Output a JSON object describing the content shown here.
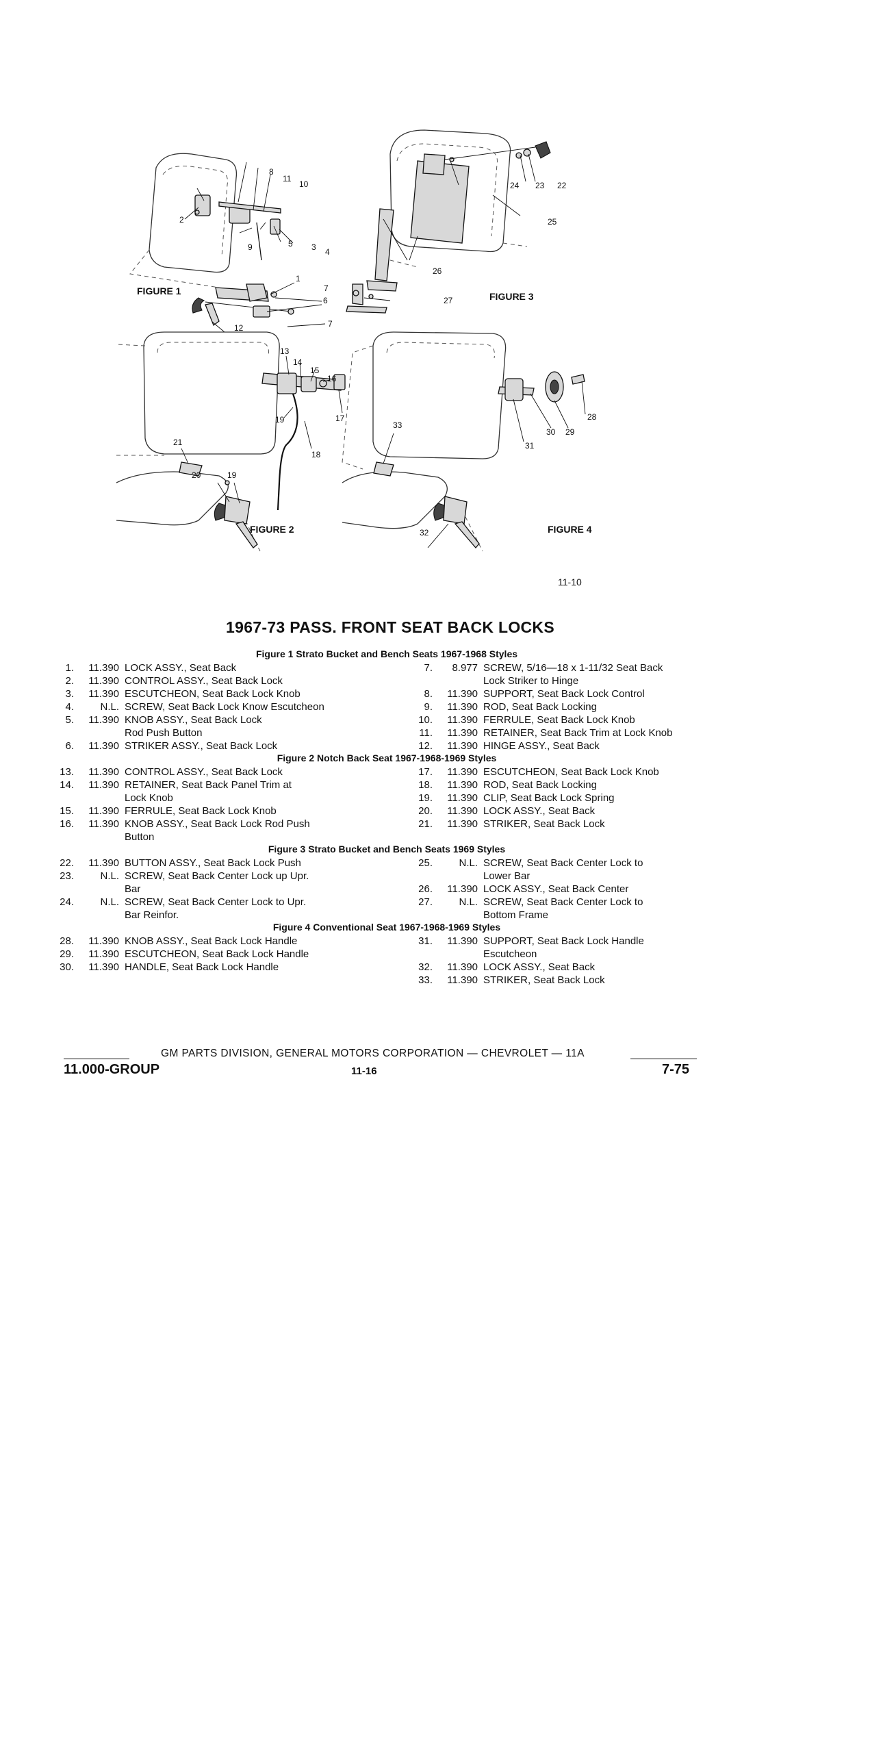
{
  "figures": {
    "figure1_label": "FIGURE 1",
    "figure2_label": "FIGURE 2",
    "figure3_label": "FIGURE 3",
    "figure4_label": "FIGURE 4",
    "callouts": [
      "1",
      "2",
      "3",
      "4",
      "5",
      "6",
      "7",
      "8",
      "9",
      "10",
      "11",
      "12",
      "13",
      "14",
      "15",
      "16",
      "17",
      "18",
      "19",
      "20",
      "21",
      "22",
      "23",
      "24",
      "25",
      "26",
      "27",
      "28",
      "29",
      "30",
      "31",
      "32",
      "33"
    ]
  },
  "illustration_number": "11-10",
  "title": "1967-73 PASS. FRONT SEAT BACK LOCKS",
  "sections": [
    {
      "heading": "Figure 1   Strato Bucket and Bench Seats 1967-1968 Styles",
      "left": [
        {
          "num": "1.",
          "part": "11.390",
          "lines": [
            "LOCK ASSY., Seat Back"
          ]
        },
        {
          "num": "2.",
          "part": "11.390",
          "lines": [
            "CONTROL ASSY., Seat Back Lock"
          ]
        },
        {
          "num": "3.",
          "part": "11.390",
          "lines": [
            "ESCUTCHEON, Seat Back Lock Knob"
          ]
        },
        {
          "num": "4.",
          "part": "N.L.",
          "lines": [
            "SCREW, Seat Back Lock Know Escutcheon"
          ]
        },
        {
          "num": "5.",
          "part": "11.390",
          "lines": [
            "KNOB ASSY., Seat Back Lock",
            "Rod Push Button"
          ]
        },
        {
          "num": "6.",
          "part": "11.390",
          "lines": [
            "STRIKER ASSY., Seat Back Lock"
          ]
        }
      ],
      "right": [
        {
          "num": "7.",
          "part": "8.977",
          "lines": [
            "SCREW, 5/16—18 x 1-11/32 Seat Back",
            "Lock Striker to Hinge"
          ]
        },
        {
          "num": "8.",
          "part": "11.390",
          "lines": [
            "SUPPORT, Seat Back Lock Control"
          ]
        },
        {
          "num": "9.",
          "part": "11.390",
          "lines": [
            "ROD, Seat Back Locking"
          ]
        },
        {
          "num": "10.",
          "part": "11.390",
          "lines": [
            "FERRULE, Seat Back Lock Knob"
          ]
        },
        {
          "num": "11.",
          "part": "11.390",
          "lines": [
            "RETAINER, Seat Back Trim at Lock Knob"
          ]
        },
        {
          "num": "12.",
          "part": "11.390",
          "lines": [
            "HINGE ASSY., Seat Back"
          ]
        }
      ]
    },
    {
      "heading": "Figure 2   Notch Back Seat 1967-1968-1969 Styles",
      "left": [
        {
          "num": "13.",
          "part": "11.390",
          "lines": [
            "CONTROL ASSY., Seat Back Lock"
          ]
        },
        {
          "num": "14.",
          "part": "11.390",
          "lines": [
            "RETAINER, Seat Back Panel Trim at",
            "Lock Knob"
          ]
        },
        {
          "num": "15.",
          "part": "11.390",
          "lines": [
            "FERRULE, Seat Back Lock Knob"
          ]
        },
        {
          "num": "16.",
          "part": "11.390",
          "lines": [
            "KNOB ASSY., Seat Back Lock Rod Push",
            "Button"
          ]
        }
      ],
      "right": [
        {
          "num": "17.",
          "part": "11.390",
          "lines": [
            "ESCUTCHEON, Seat Back Lock Knob"
          ]
        },
        {
          "num": "18.",
          "part": "11.390",
          "lines": [
            "ROD, Seat Back Locking"
          ]
        },
        {
          "num": "19.",
          "part": "11.390",
          "lines": [
            "CLIP, Seat Back Lock Spring"
          ]
        },
        {
          "num": "20.",
          "part": "11.390",
          "lines": [
            "LOCK ASSY., Seat Back"
          ]
        },
        {
          "num": "21.",
          "part": "11.390",
          "lines": [
            "STRIKER, Seat Back Lock"
          ]
        }
      ]
    },
    {
      "heading": "Figure 3   Strato Bucket and Bench Seats 1969 Styles",
      "left": [
        {
          "num": "22.",
          "part": "11.390",
          "lines": [
            "BUTTON ASSY., Seat Back Lock Push"
          ]
        },
        {
          "num": "23.",
          "part": "N.L.",
          "lines": [
            "SCREW, Seat Back Center Lock up Upr.",
            "Bar"
          ]
        },
        {
          "num": "24.",
          "part": "N.L.",
          "lines": [
            "SCREW, Seat Back Center Lock to Upr.",
            "Bar Reinfor."
          ]
        }
      ],
      "right": [
        {
          "num": "25.",
          "part": "N.L.",
          "lines": [
            "SCREW, Seat Back Center Lock to",
            "Lower Bar"
          ]
        },
        {
          "num": "26.",
          "part": "11.390",
          "lines": [
            "LOCK ASSY., Seat Back Center"
          ]
        },
        {
          "num": "27.",
          "part": "N.L.",
          "lines": [
            "SCREW, Seat Back Center Lock to",
            "Bottom Frame"
          ]
        }
      ]
    },
    {
      "heading": "Figure 4   Conventional Seat 1967-1968-1969 Styles",
      "left": [
        {
          "num": "28.",
          "part": "11.390",
          "lines": [
            "KNOB ASSY., Seat Back Lock Handle"
          ]
        },
        {
          "num": "29.",
          "part": "11.390",
          "lines": [
            "ESCUTCHEON, Seat Back Lock Handle"
          ]
        },
        {
          "num": "30.",
          "part": "11.390",
          "lines": [
            "HANDLE, Seat Back Lock Handle"
          ]
        }
      ],
      "right": [
        {
          "num": "31.",
          "part": "11.390",
          "lines": [
            "SUPPORT, Seat Back Lock Handle",
            "Escutcheon"
          ]
        },
        {
          "num": "32.",
          "part": "11.390",
          "lines": [
            "LOCK ASSY., Seat Back"
          ]
        },
        {
          "num": "33.",
          "part": "11.390",
          "lines": [
            "STRIKER, Seat Back Lock"
          ]
        }
      ]
    }
  ],
  "footer": {
    "line": "GM PARTS DIVISION, GENERAL MOTORS CORPORATION — CHEVROLET — 11A",
    "group": "11.000-GROUP",
    "page_code": "11-16",
    "date_code": "7-75"
  }
}
